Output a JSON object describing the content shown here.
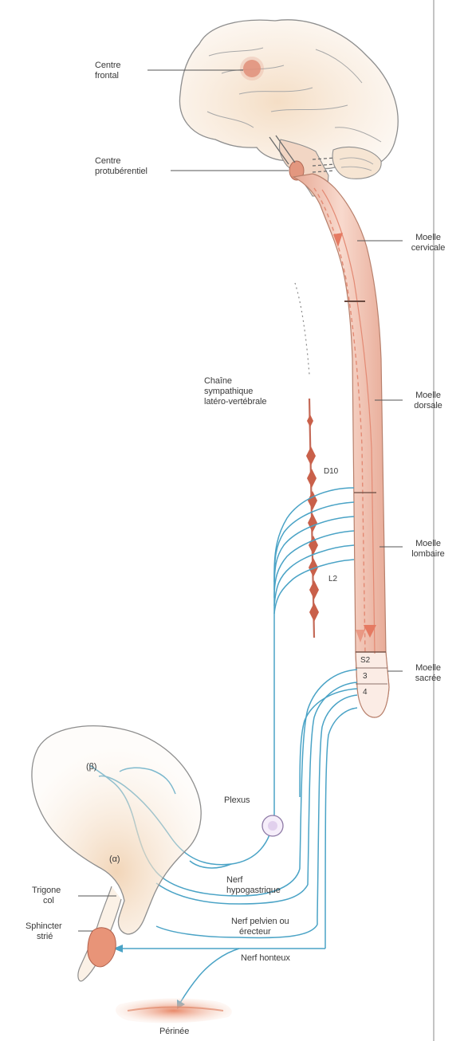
{
  "labels": {
    "centre_frontal": [
      "Centre",
      "frontal"
    ],
    "centre_protuberentiel": [
      "Centre",
      "protubérentiel"
    ],
    "moelle_cervicale": [
      "Moelle",
      "cervicale"
    ],
    "moelle_dorsale": [
      "Moelle",
      "dorsale"
    ],
    "moelle_lombaire": [
      "Moelle",
      "lombaire"
    ],
    "moelle_sacree": [
      "Moelle",
      "sacrée"
    ],
    "chaine_sympathique": [
      "Chaîne",
      "sympathique",
      "latéro-vertébrale"
    ],
    "level_d10": "D10",
    "level_l2": "L2",
    "level_s2": "S2",
    "level_3": "3",
    "level_4": "4",
    "plexus": "Plexus",
    "beta": "(β)",
    "alpha": "(α)",
    "trigone_col": [
      "Trigone",
      "col"
    ],
    "sphincter_strie": [
      "Sphincter",
      "strié"
    ],
    "nerf_hypogastrique": [
      "Nerf",
      "hypogastrique"
    ],
    "nerf_pelvien": [
      "Nerf pelvien ou",
      "érecteur"
    ],
    "nerf_honteux": "Nerf honteux",
    "perinee": "Périnée"
  },
  "colors": {
    "cord_fill": "#f3c6b8",
    "cord_outline": "#b8806c",
    "arrow": "#d9735a",
    "nerve": "#4aa3c6",
    "brain_shade": "#f4dcc2",
    "center_dot": "#e0907a",
    "text": "#3a3a3a"
  }
}
